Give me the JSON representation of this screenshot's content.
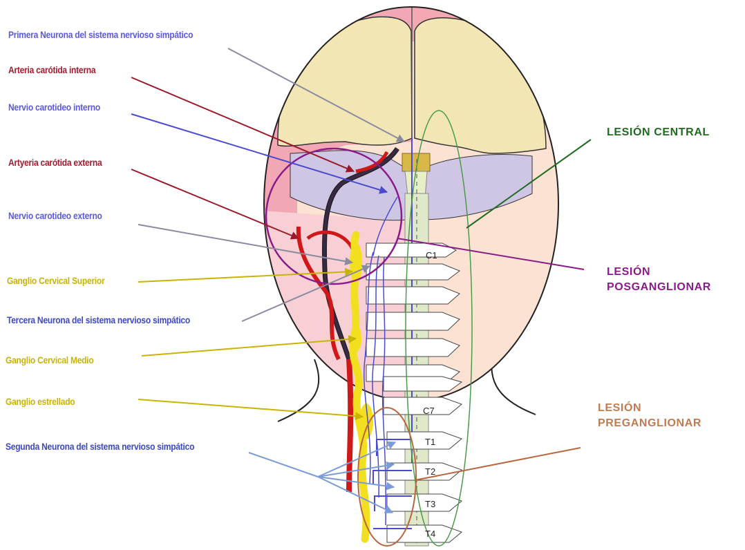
{
  "labels": {
    "primera_neurona": "Primera Neurona del sistema nervioso simpático",
    "arteria_carotida_interna": "Arteria carótida interna",
    "nervio_carotideo_interno": "Nervio carotideo interno",
    "arteria_carotida_externa": "Artyeria carótida externa",
    "nervio_carotideo_externo": "Nervio carotideo externo",
    "ganglio_cervical_superior": "Ganglio Cervical Superior",
    "tercera_neurona": "Tercera Neurona del sistema nervioso simpático",
    "ganglio_cervical_medio": "Ganglio Cervical Medio",
    "ganglio_estrellado": "Ganglio estrellado",
    "segunda_neurona": "Segunda Neurona del sistema nervioso simpático"
  },
  "lesions": {
    "central": "LESIÓN CENTRAL",
    "posganglionar_1": "LESIÓN",
    "posganglionar_2": "POSGANGLIONAR",
    "preganglionar_1": "LESIÓN",
    "preganglionar_2": "PREGANGLIONAR"
  },
  "vertebrae": {
    "c1": "C1",
    "c7": "C7",
    "t1": "T1",
    "t2": "T2",
    "t3": "T3",
    "t4": "T4"
  },
  "colors": {
    "blue_label": "#5a5adc",
    "red_label": "#a31a2c",
    "yellow_label": "#c8b400",
    "dark_blue_label": "#3b48c8",
    "lesion_central": "#1f6b1f",
    "lesion_posganglionar": "#8a1a8a",
    "lesion_preganglionar": "#c07a50"
  }
}
